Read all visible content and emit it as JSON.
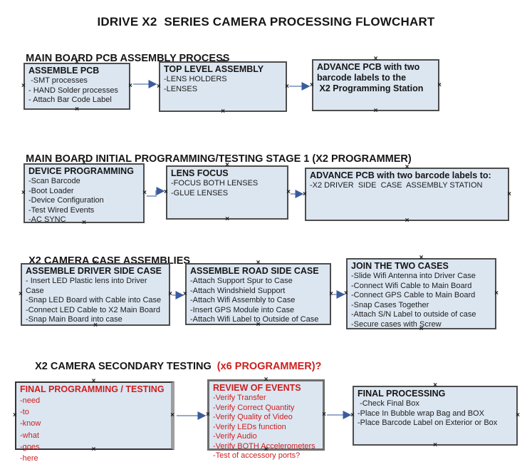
{
  "title": "IDRIVE X2  SERIES CAMERA PROCESSING FLOWCHART",
  "icons": {
    "connector_handle": "×"
  },
  "colors": {
    "box_fill": "#dce6f1",
    "red_text": "#cc1f1f",
    "arrow_line": "#97a9cc",
    "arrow_head": "#3a5c9e"
  },
  "sections": [
    {
      "heading": "MAIN BOARD PCB ASSEMBLY PROCESS",
      "boxes": [
        {
          "title": "ASSEMBLE PCB",
          "items": [
            " -SMT processes",
            "- HAND Solder processes",
            "- Attach Bar Code Label"
          ]
        },
        {
          "title": "TOP LEVEL ASSEMBLY",
          "items": [
            "-LENS HOLDERS",
            "-LENSES"
          ]
        },
        {
          "title": "ADVANCE PCB with two\nbarcode labels to the\n X2 Programming Station",
          "items": []
        }
      ]
    },
    {
      "heading": "MAIN BOARD INITIAL PROGRAMMING/TESTING STAGE 1 (X2 PROGRAMMER)",
      "boxes": [
        {
          "title": "DEVICE PROGRAMMING",
          "items": [
            "-Scan Barcode",
            "-Boot Loader",
            "-Device Configuration",
            "-Test Wired Events",
            "-AC SYNC"
          ]
        },
        {
          "title": "LENS FOCUS",
          "items": [
            "-FOCUS BOTH LENSES",
            "-GLUE LENSES"
          ]
        },
        {
          "title": "ADVANCE PCB with two barcode labels to:",
          "items": [
            "-X2 DRIVER  SIDE  CASE  ASSEMBLY STATION"
          ]
        }
      ]
    },
    {
      "heading": "X2 CAMERA CASE ASSEMBLIES",
      "boxes": [
        {
          "title": "ASSEMBLE DRIVER SIDE CASE",
          "items": [
            "- Insert LED Plastic lens into Driver Case",
            "-Snap LED Board with Cable into Case",
            "-Connect LED Cable to X2 Main Board",
            "-Snap Main Board into case"
          ]
        },
        {
          "title": "ASSEMBLE ROAD SIDE CASE",
          "items": [
            "-Attach Support Spur to Case",
            "-Attach Windshield Support",
            "-Attach Wifi Assembly to Case",
            "-Insert GPS Module into Case",
            "-Attach Wifi Label to Outside of Case"
          ]
        },
        {
          "title": "JOIN THE TWO CASES",
          "items": [
            "-Slide Wifi Antenna into Driver Case",
            "-Connect Wifi Cable to Main Board",
            "-Connect GPS Cable to Main Board",
            "-Snap Cases Together",
            "-Attach S/N Label to outside of case",
            "-Secure cases with Screw"
          ]
        }
      ]
    },
    {
      "heading": "X2 CAMERA SECONDARY TESTING",
      "heading_suffix": "  (x6 PROGRAMMER)?",
      "boxes": [
        {
          "title": "FINAL PROGRAMMING / TESTING",
          "items": [
            "-need",
            "-to",
            "-know",
            "-what",
            "-goes",
            "-here"
          ]
        },
        {
          "title": "REVIEW OF EVENTS",
          "items": [
            "-Verify Transfer",
            "-Verify Correct Quantity",
            "-Verify Quality of Video",
            "-Verify LEDs function",
            "-Verify Audio",
            "-Verify BOTH Accelerometers",
            "-Test of accessory ports?"
          ]
        },
        {
          "title": "FINAL PROCESSING",
          "items": [
            " -Check Final Box",
            "-Place In Bubble wrap Bag and BOX",
            "-Place Barcode Label on Exterior or Box"
          ]
        }
      ]
    }
  ]
}
